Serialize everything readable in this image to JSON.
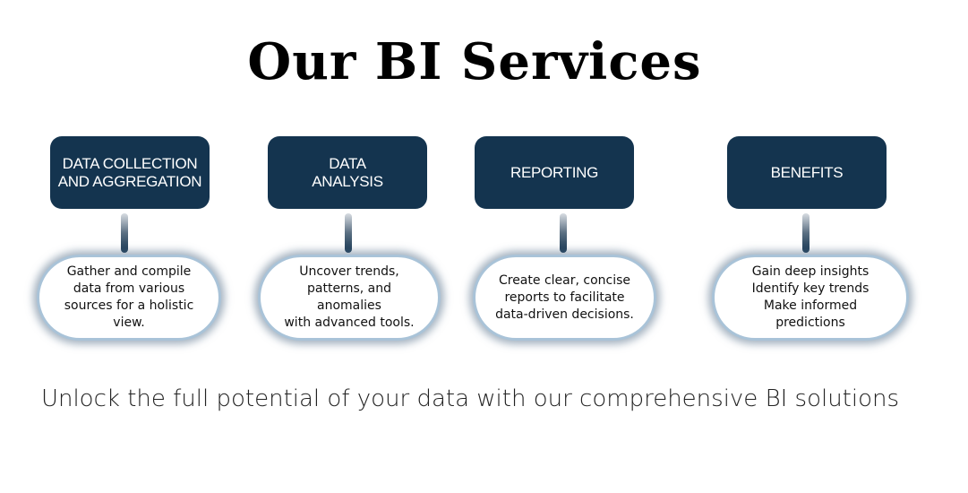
{
  "title": "Our BI Services",
  "steps": [
    {
      "heading": "DATA COLLECTION\nAND AGGREGATION",
      "description": "Gather and compile\ndata from various\nsources for a holistic\nview."
    },
    {
      "heading": "DATA\nANALYSIS",
      "description": "Uncover trends,\npatterns, and anomalies\nwith advanced tools."
    },
    {
      "heading": "REPORTING",
      "description": "Create clear, concise\nreports to facilitate\ndata-driven decisions."
    },
    {
      "heading": "BENEFITS",
      "description": "Gain deep insights\nIdentify key trends\nMake informed predictions"
    }
  ],
  "tagline": "Unlock the full potential of your data with our comprehensive BI solutions",
  "colors": {
    "box": "#14344f",
    "bubble_border": "#a9c3d8"
  }
}
